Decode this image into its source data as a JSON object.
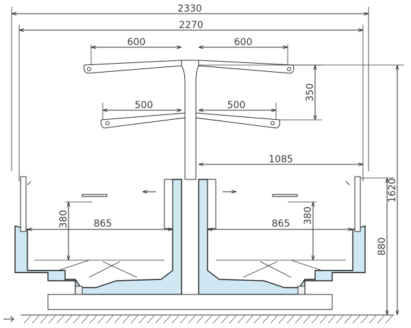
{
  "diagram": {
    "dimensions": {
      "overall_outer_width": "2330",
      "overall_inner_width": "2270",
      "upper_shelf_left": "600",
      "upper_shelf_right": "600",
      "lower_shelf_left": "500",
      "lower_shelf_right": "500",
      "shelf_spacing": "350",
      "half_width": "1085",
      "total_height": "1620",
      "base_height": "880",
      "well_depth_left": "380",
      "well_depth_right": "380",
      "well_width_left": "865",
      "well_width_right": "865"
    },
    "colors": {
      "body_fill": "#cfe8f3",
      "line": "#2a2a2a"
    }
  }
}
